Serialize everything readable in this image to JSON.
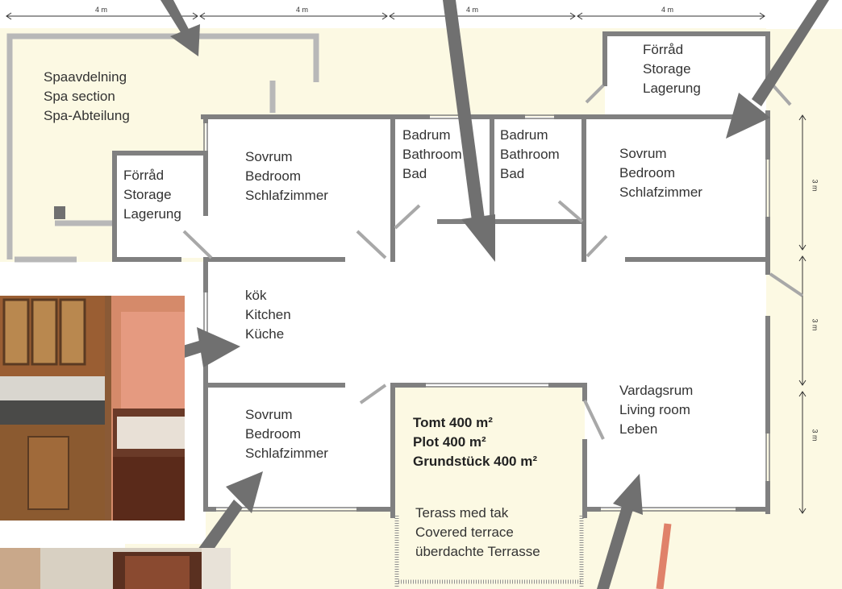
{
  "colors": {
    "background": "#fcf9e3",
    "wall": "#808080",
    "light_wall": "#b8b8b8",
    "arrow": "#707070",
    "accent_line": "#e0826a"
  },
  "dimensions": {
    "top": [
      "4 m",
      "4 m",
      "4 m",
      "4 m"
    ],
    "right": [
      "3 m",
      "3 m",
      "3 m"
    ]
  },
  "rooms": {
    "spa": [
      "Spaavdelning",
      "Spa section",
      "Spa-Abteilung"
    ],
    "storage_top": [
      "Förråd",
      "Storage",
      "Lagerung"
    ],
    "storage_left": [
      "Förråd",
      "Storage",
      "Lagerung"
    ],
    "bedroom_1": [
      "Sovrum",
      "Bedroom",
      "Schlafzimmer"
    ],
    "bathroom_1": [
      "Badrum",
      "Bathroom",
      "Bad"
    ],
    "bathroom_2": [
      "Badrum",
      "Bathroom",
      "Bad"
    ],
    "bedroom_2": [
      "Sovrum",
      "Bedroom",
      "Schlafzimmer"
    ],
    "kitchen": [
      "kök",
      "Kitchen",
      "Küche"
    ],
    "bedroom_3": [
      "Sovrum",
      "Bedroom",
      "Schlafzimmer"
    ],
    "plot": [
      "Tomt 400 m²",
      "Plot 400 m²",
      "Grundstück 400 m²"
    ],
    "terrace": [
      "Terass med tak",
      "Covered terrace",
      "überdachte Terrasse"
    ],
    "living": [
      "Vardagsrum",
      "Living room",
      "Leben"
    ]
  },
  "photos": [
    "kitchen-photo",
    "bedroom-photo"
  ]
}
